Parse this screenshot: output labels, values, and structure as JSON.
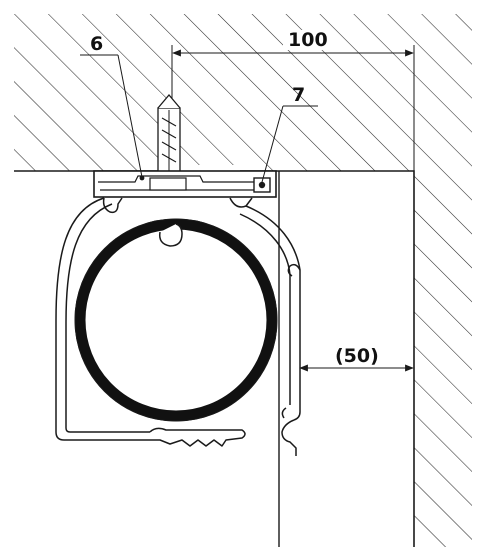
{
  "drawing": {
    "dimensions": {
      "top_width": "100",
      "side_gap": "(50)"
    },
    "callouts": [
      {
        "id": "6",
        "text": "6"
      },
      {
        "id": "7",
        "text": "7"
      }
    ],
    "colors": {
      "line": "#1a1a1a",
      "hatch": "#2b2b2b",
      "tube": "#111111",
      "background": "#ffffff"
    }
  }
}
